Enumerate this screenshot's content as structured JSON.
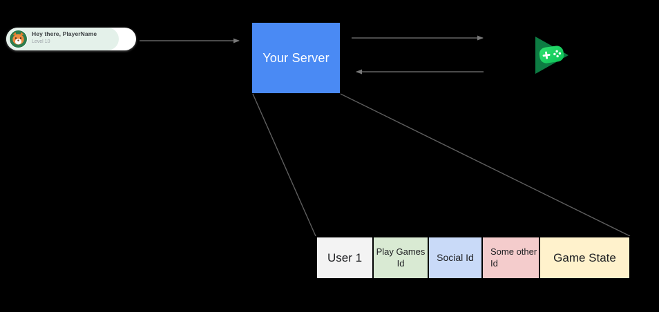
{
  "canvas": {
    "bg": "#000000"
  },
  "player_card": {
    "greeting": "Hey there, PlayerName",
    "level": "Level 10",
    "card_bg": "#ffffff",
    "banner_bg": "#e4f1ea",
    "greeting_color": "#3c4043",
    "level_color": "#9aa0a6",
    "avatar_icon": "fox-avatar",
    "avatar_bg": "#2e7d4e"
  },
  "server": {
    "label": "Your Server",
    "bg": "#4a8af4",
    "text_color": "#ffffff"
  },
  "play_games": {
    "icon": "google-play-games-logo",
    "triangle_color": "#0d7c43",
    "gamepad_gradient_start": "#2ee26f",
    "gamepad_gradient_end": "#0cc257",
    "glyph_color": "#ffffff"
  },
  "connectors": {
    "arrow_color": "#787878",
    "line_color": "#5e5e5e",
    "items": [
      {
        "name": "card-to-server-arrow"
      },
      {
        "name": "server-to-playgames-arrow"
      },
      {
        "name": "playgames-to-server-arrow"
      },
      {
        "name": "server-to-table-left-line"
      },
      {
        "name": "server-to-table-right-line"
      }
    ]
  },
  "table": {
    "text_color": "#202124",
    "cells": [
      {
        "label": "User 1",
        "bg": "#f3f3f3"
      },
      {
        "label": "Play Games Id",
        "bg": "#d9ead3"
      },
      {
        "label": "Social Id",
        "bg": "#c9daf8"
      },
      {
        "label": "Some other Id",
        "bg": "#f4cccc"
      },
      {
        "label": "Game State",
        "bg": "#fff2cc"
      }
    ]
  }
}
